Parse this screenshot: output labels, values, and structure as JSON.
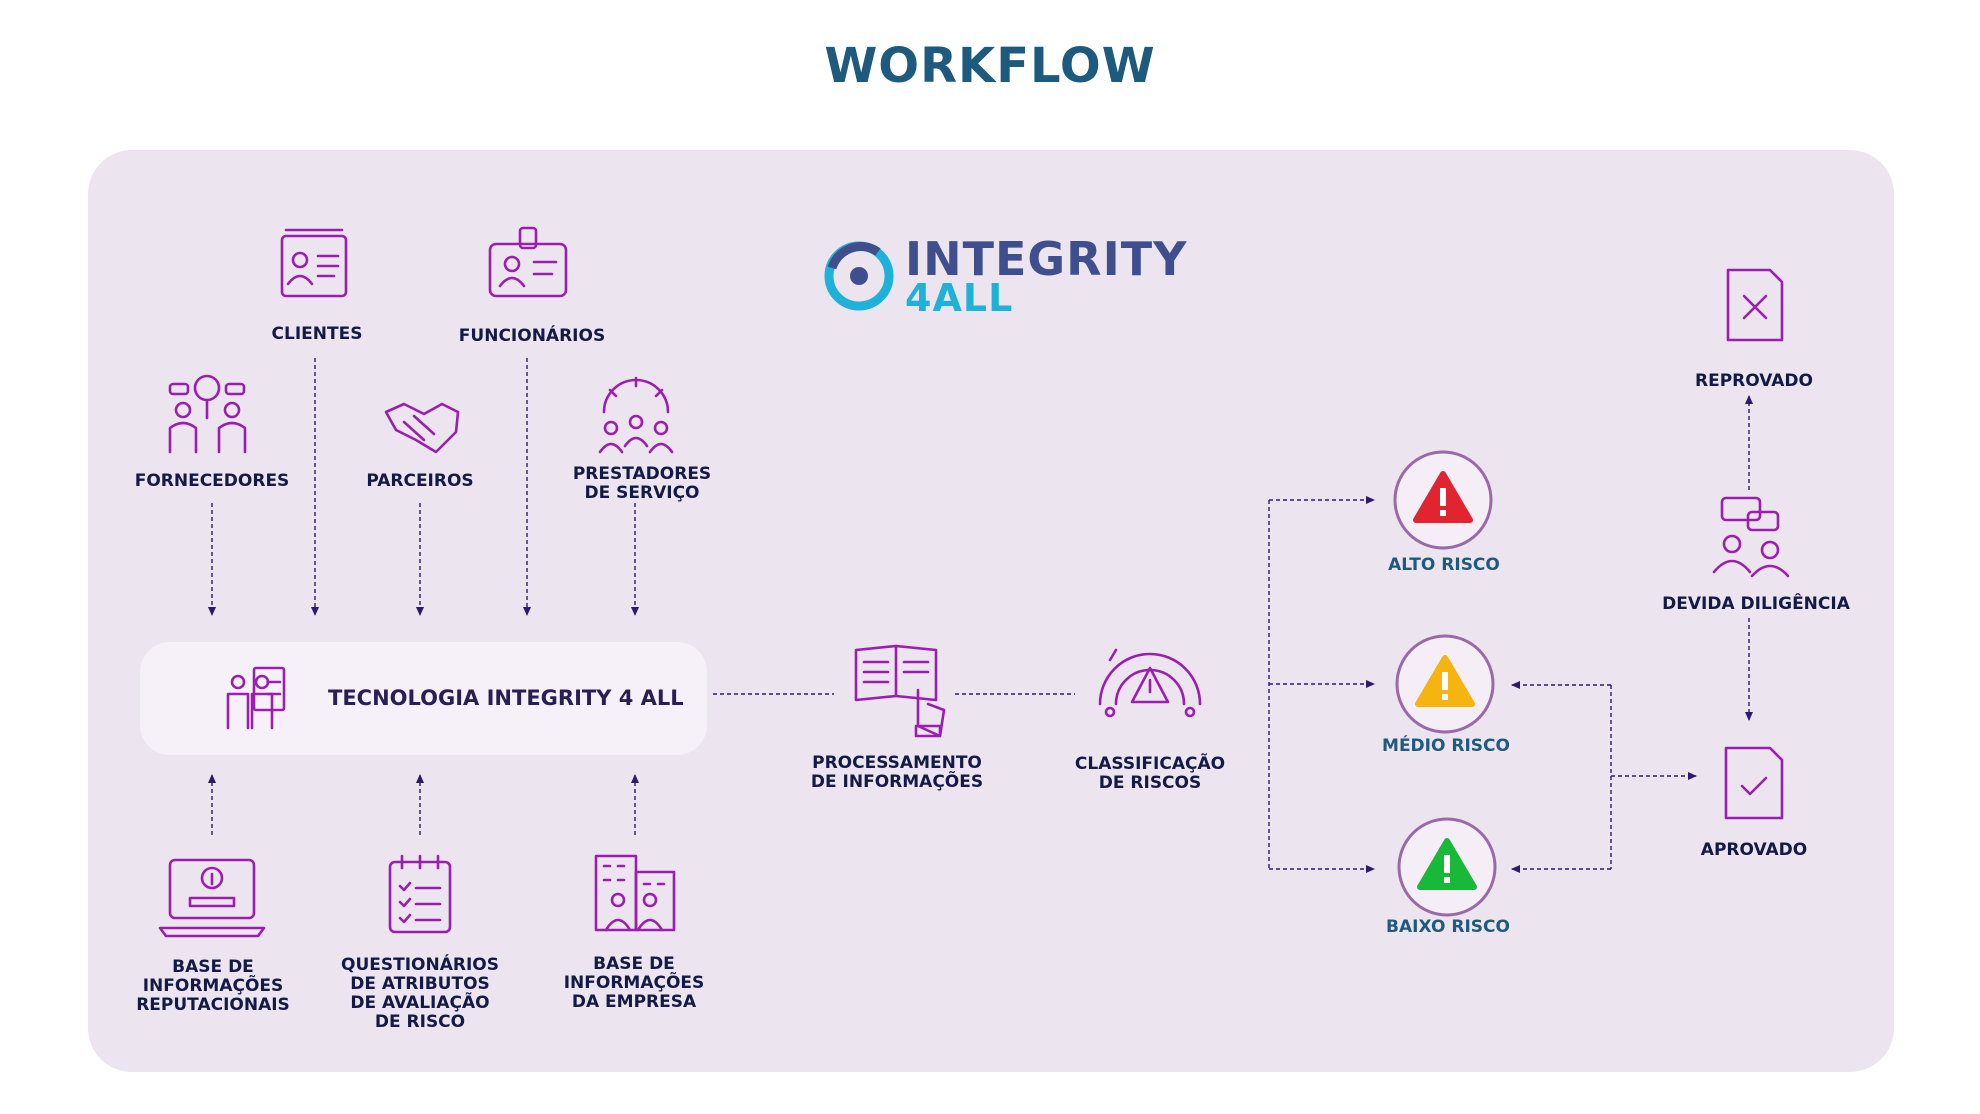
{
  "title": "WORKFLOW",
  "brand": {
    "line1": "INTEGRITY",
    "line2": "4ALL"
  },
  "core": {
    "label": "TECNOLOGIA INTEGRITY 4 ALL"
  },
  "sources_top": {
    "fornecedores": "FORNECEDORES",
    "clientes": "CLIENTES",
    "parceiros": "PARCEIROS",
    "funcionarios": "FUNCIONÁRIOS",
    "prestadores": "PRESTADORES\nDE SERVIÇO"
  },
  "sources_bottom": {
    "base_reputacional": "BASE DE\nINFORMAÇÕES\nREPUTACIONAIS",
    "questionarios": "QUESTIONÁRIOS\nDE ATRIBUTOS\nDE AVALIAÇÃO\nDE RISCO",
    "base_empresa": "BASE DE\nINFORMAÇÕES\nDA EMPRESA"
  },
  "process": {
    "processamento": "PROCESSAMENTO\nDE INFORMAÇÕES",
    "classificacao": "CLASSIFICAÇÃO\nDE RISCOS"
  },
  "risks": {
    "alto": "ALTO RISCO",
    "medio": "MÉDIO RISCO",
    "baixo": "BAIXO RISCO"
  },
  "outcomes": {
    "reprovado": "REPROVADO",
    "devida_diligencia": "DEVIDA DILIGÊNCIA",
    "aprovado": "APROVADO"
  },
  "colors": {
    "icon": "#9b1fae",
    "connector": "#2b1a6e",
    "alto": "#e02530",
    "medio": "#f5b40f",
    "baixo": "#18b838",
    "ring": "#9a6aa8"
  }
}
